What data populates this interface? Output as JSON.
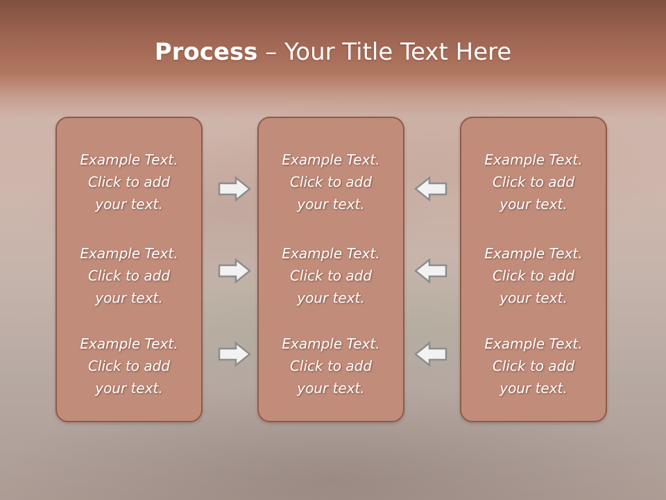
{
  "title": {
    "bold": "Process",
    "rest": " – Your Title Text Here"
  },
  "colors": {
    "title_band": "#9c6452",
    "panel_fill": "#c18c7a",
    "panel_border": "#8e5a49",
    "arrow_fill": "#f2f2f2",
    "arrow_stroke": "#8c8c8c"
  },
  "columns": [
    {
      "items": [
        {
          "line1": "Example Text.",
          "line2": "Click  to add",
          "line3": "your text."
        },
        {
          "line1": "Example Text.",
          "line2": "Click  to add",
          "line3": "your text."
        },
        {
          "line1": "Example Text.",
          "line2": "Click  to add",
          "line3": "your text."
        }
      ]
    },
    {
      "items": [
        {
          "line1": "Example Text.",
          "line2": "Click  to add",
          "line3": "your text."
        },
        {
          "line1": "Example Text.",
          "line2": "Click  to add",
          "line3": "your text."
        },
        {
          "line1": "Example Text.",
          "line2": "Click  to add",
          "line3": "your text."
        }
      ]
    },
    {
      "items": [
        {
          "line1": "Example Text.",
          "line2": "Click  to add",
          "line3": "your text."
        },
        {
          "line1": "Example Text.",
          "line2": "Click  to add",
          "line3": "your text."
        },
        {
          "line1": "Example Text.",
          "line2": "Click  to add",
          "line3": "your text."
        }
      ]
    }
  ],
  "arrows": {
    "left_to_center": "right-arrow-icon",
    "right_to_center": "left-arrow-icon"
  }
}
